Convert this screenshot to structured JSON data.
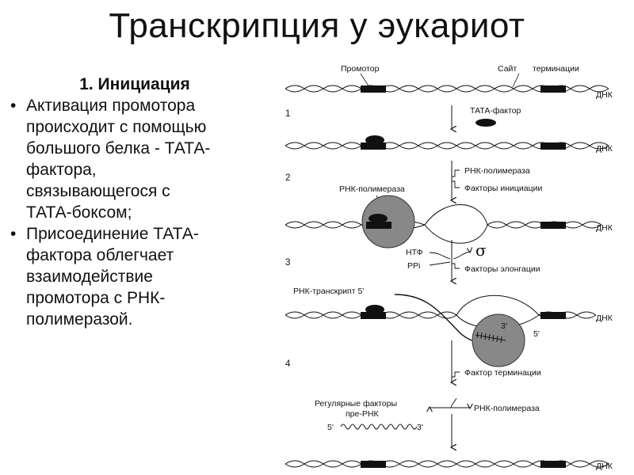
{
  "title": "Транскрипция у эукариот",
  "left_text": {
    "heading": "1. Инициация",
    "bullets": [
      {
        "bullet": "•",
        "lines": [
          "Активация промотора",
          "происходит с помощью",
          "большого белка - ТАТА-",
          "фактора,",
          "связывающегося с",
          "ТАТА-боксом;"
        ]
      },
      {
        "bullet": "•",
        "lines": [
          "Присоединение ТАТА-",
          "фактора облегчает",
          "взаимодействие",
          "промотора с РНК-",
          "полимеразой."
        ]
      }
    ]
  },
  "diagram": {
    "label_promoter": "Промотор",
    "label_term_site": "Сайт",
    "label_term_site_2": "терминации",
    "label_dna": "ДНК",
    "step1": "1",
    "step2": "2",
    "step3": "3",
    "step4": "4",
    "tata_factor": "ТАТА-фактор",
    "rna_pol_top": "РНК-полимераза",
    "init_factors": "Факторы инициации",
    "rna_pol_label": "РНК-полимераза",
    "ntp": "НТФ",
    "ppi": "PPi",
    "sigma": "σ",
    "elong_factors": "Факторы элонгации",
    "transcript": "РНК-транскрипт 5'",
    "three_prime": "3'",
    "five_prime": "5'",
    "term_factor": "Фактор терминации",
    "reg_factors_1": "Регулярные факторы",
    "reg_factors_2": "пре-РНК",
    "rna_pol_release": "РНК-полимераза",
    "rna_5": "5'",
    "rna_3": "3'"
  }
}
